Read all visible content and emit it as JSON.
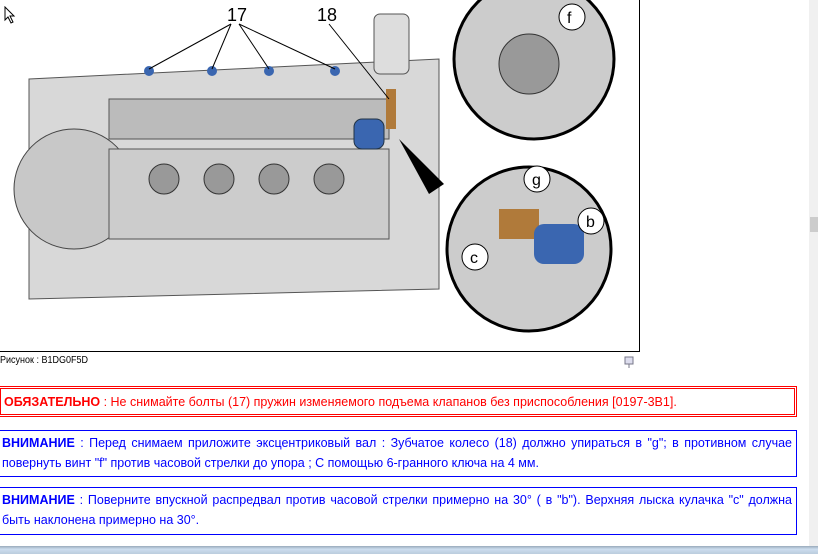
{
  "figure": {
    "caption": "Рисунок : B1DG0F5D",
    "callouts": [
      "17",
      "18",
      "f",
      "g",
      "b",
      "c"
    ]
  },
  "warning": {
    "label": "ОБЯЗАТЕЛЬНО",
    "text": " : Не снимайте болты (17) пружин изменяемого подъема клапанов без приспособления [0197-3B1]."
  },
  "attention": [
    {
      "label": "ВНИМАНИЕ",
      "text": " : Перед снимаем приложите эксцентриковый вал : Зубчатое колесо (18) должно упираться в \"g\"; в противном случае повернуть винт \"f\" против часовой стрелки до упора ; С помощью 6-гранного ключа на 4 мм."
    },
    {
      "label": "ВНИМАНИЕ",
      "text": " : Поверните впускной распредвал против часовой стрелки примерно на 30° ( в \"b\"). Верхняя лыска кулачка \"c\" должна быть наклонена примерно на 30°."
    }
  ],
  "colors": {
    "warning": "#ff0000",
    "attention": "#0000ff"
  }
}
